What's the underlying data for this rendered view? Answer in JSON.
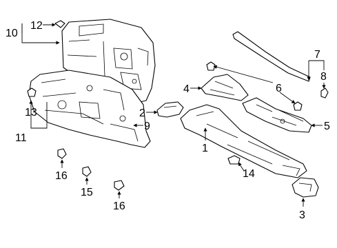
{
  "diagram": {
    "callouts": {
      "c1": "1",
      "c2": "2",
      "c3": "3",
      "c4": "4",
      "c5": "5",
      "c6": "6",
      "c7": "7",
      "c8": "8",
      "c9": "9",
      "c10": "10",
      "c11": "11",
      "c12": "12",
      "c13": "13",
      "c14": "14",
      "c15": "15",
      "c16a": "16",
      "c16b": "16"
    }
  }
}
